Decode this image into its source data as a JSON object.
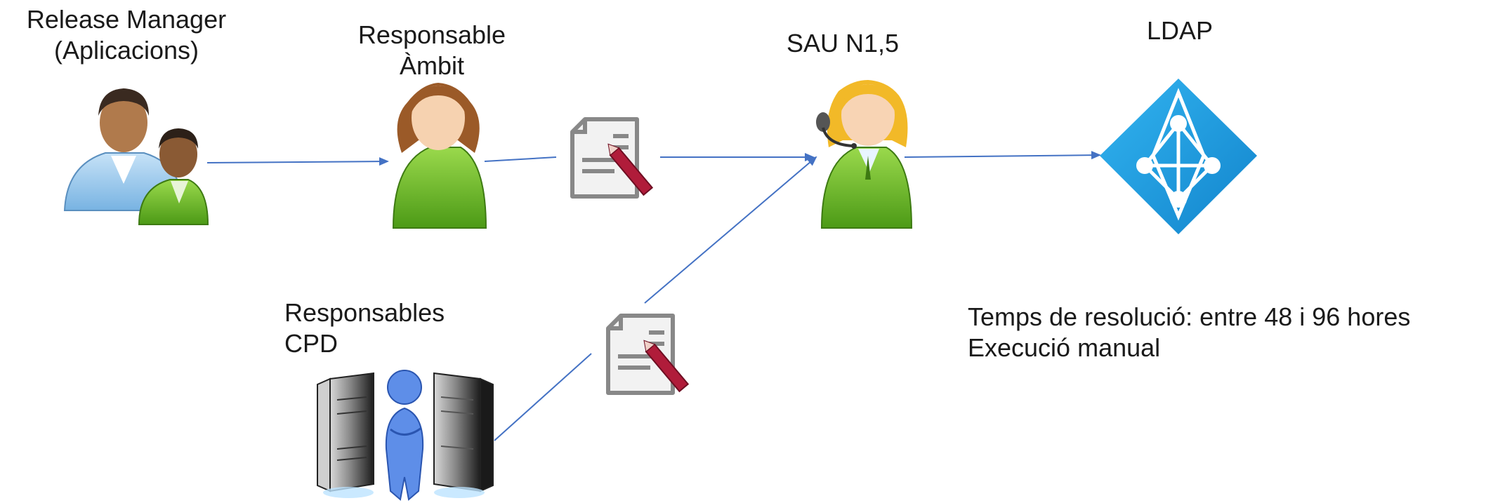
{
  "actors": {
    "release_manager": {
      "line1": "Release Manager",
      "line2": "(Aplicacions)"
    },
    "responsable_ambit": {
      "line1": "Responsable",
      "line2": "Àmbit"
    },
    "sau": {
      "label": "SAU N1,5"
    },
    "ldap": {
      "label": "LDAP"
    },
    "responsables_cpd": {
      "line1": "Responsables",
      "line2": "CPD"
    }
  },
  "notes": {
    "line1": "Temps de resolució: entre 48 i 96 hores",
    "line2": "Execució manual"
  },
  "colors": {
    "arrow": "#4472c4",
    "ldap": "#1fa0e0",
    "green_shirt": "#6cbf2a",
    "blue_shirt": "#8ec3ea",
    "form_grey": "#888888",
    "pen": "#b01c3a"
  }
}
